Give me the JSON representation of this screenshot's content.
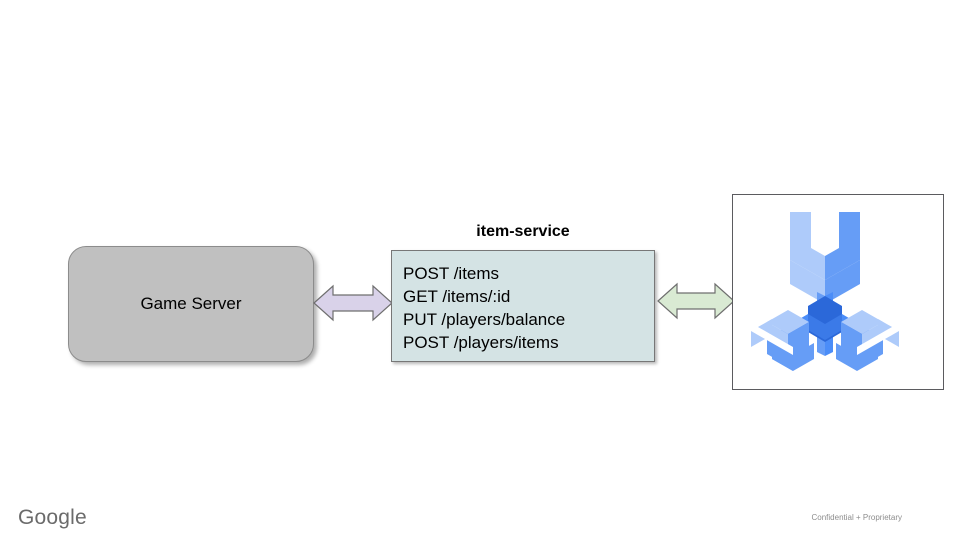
{
  "slide": {
    "background_color": "#ffffff",
    "nodes": {
      "game_server": {
        "label": "Game Server",
        "fill_color": "#c0c0c0",
        "border_color": "#8c8c8c"
      },
      "item_service": {
        "title": "item-service",
        "fill_color": "#d4e3e4",
        "border_color": "#777777",
        "endpoints": [
          "POST /items",
          "GET /items/:id",
          "PUT /players/balance",
          "POST /players/items"
        ]
      },
      "logo_panel": {
        "icon_name": "cloud-tools-wrench-icon",
        "border_color": "#5b5b5f",
        "colors": {
          "light": "#aecbfa",
          "medium": "#669df6",
          "dark": "#3b7ae8",
          "darkest": "#2b68d9"
        }
      }
    },
    "connectors": [
      {
        "name": "game-server-to-item-service",
        "style": "double-headed-arrow",
        "fill_color": "#d9d2e9",
        "stroke_color": "#6f6f6f"
      },
      {
        "name": "item-service-to-tools",
        "style": "double-headed-arrow",
        "fill_color": "#d9ead3",
        "stroke_color": "#6f6f6f"
      }
    ]
  },
  "footer": {
    "wordmark": "Google",
    "wordmark_color": "#6b6b6b",
    "confidential": "Confidential + Proprietary",
    "confidential_color": "#8d8d8d"
  }
}
